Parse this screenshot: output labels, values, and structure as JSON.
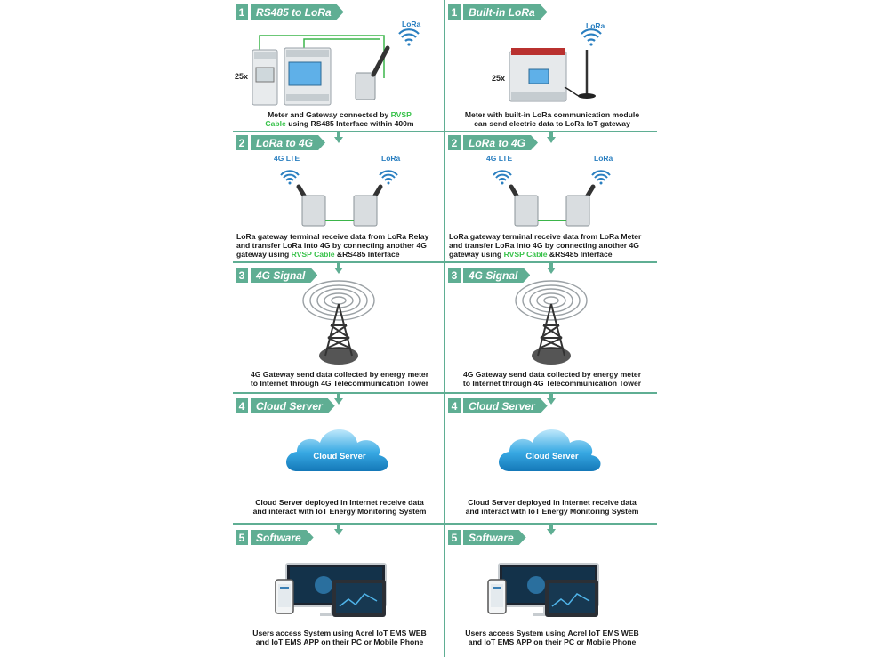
{
  "columns": [
    {
      "id": "left",
      "sections": [
        {
          "num": "1",
          "title": "RS485 to LoRa",
          "desc": [
            "Meter and Gateway connected by ",
            "RVSP",
            " Cable",
            " using RS485 Interface within 400m"
          ],
          "labels": {
            "count": "25x",
            "wireless": "LoRa"
          }
        },
        {
          "num": "2",
          "title": "LoRa to 4G",
          "desc": [
            "LoRa gateway terminal receive data from LoRa Relay and transfer LoRa into 4G by connecting another 4G gateway using ",
            "RVSP Cable",
            " &RS485 Interface"
          ],
          "labels": {
            "left": "4G LTE",
            "right": "LoRa"
          }
        },
        {
          "num": "3",
          "title": "4G Signal",
          "desc": [
            "4G Gateway send data collected by energy meter",
            "to Internet through 4G Telecommunication Tower"
          ]
        },
        {
          "num": "4",
          "title": "Cloud Server",
          "cloud_label": "Cloud Server",
          "desc": [
            "Cloud Server deployed in Internet receive data",
            "and interact with IoT Energy Monitoring System"
          ]
        },
        {
          "num": "5",
          "title": "Software",
          "desc": [
            "Users access System using Acrel IoT EMS WEB",
            "and IoT EMS APP on their PC or Mobile Phone"
          ]
        }
      ]
    },
    {
      "id": "right",
      "sections": [
        {
          "num": "1",
          "title": "Built-in LoRa",
          "desc": [
            "Meter with built-in LoRa communication module",
            "can send electric data to LoRa IoT gateway"
          ],
          "labels": {
            "count": "25x",
            "wireless": "LoRa"
          }
        },
        {
          "num": "2",
          "title": "LoRa to 4G",
          "desc": [
            "LoRa gateway terminal receive data from LoRa Meter and transfer LoRa into 4G by connecting another 4G gateway using ",
            "RVSP Cable",
            " &RS485 Interface"
          ],
          "labels": {
            "left": "4G LTE",
            "right": "LoRa"
          }
        },
        {
          "num": "3",
          "title": "4G Signal",
          "desc": [
            "4G Gateway send data collected by energy meter",
            "to Internet through 4G Telecommunication Tower"
          ]
        },
        {
          "num": "4",
          "title": "Cloud Server",
          "cloud_label": "Cloud Server",
          "desc": [
            "Cloud Server deployed in Internet receive data",
            "and interact with IoT Energy Monitoring System"
          ]
        },
        {
          "num": "5",
          "title": "Software",
          "desc": [
            "Users access System using Acrel IoT EMS WEB",
            "and IoT EMS APP on their PC or Mobile Phone"
          ]
        }
      ]
    }
  ],
  "colors": {
    "accent": "#5fae93",
    "highlight": "#38c24a",
    "signal": "#2a7fc0",
    "cloud": "#2a9fd8"
  },
  "icons": [
    "wifi-signal-icon",
    "antenna-icon",
    "meter-icon",
    "gateway-icon",
    "cell-tower-icon",
    "cloud-icon",
    "monitor-icon",
    "tablet-icon",
    "phone-icon",
    "down-arrow-icon"
  ]
}
